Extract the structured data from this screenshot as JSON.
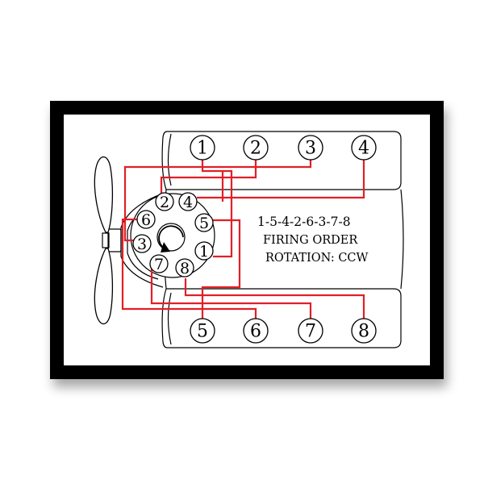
{
  "colors": {
    "frame": "#000000",
    "mat": "#ffffff",
    "wire": "#e21f26",
    "line": "#000000"
  },
  "icons": {
    "fan": "cooling-fan-icon",
    "rotation": "rotation-arrow-icon"
  },
  "bank_top": {
    "cylinders": [
      "1",
      "2",
      "3",
      "4"
    ]
  },
  "bank_bottom": {
    "cylinders": [
      "5",
      "6",
      "7",
      "8"
    ]
  },
  "distributor": {
    "terminals": [
      "2",
      "4",
      "5",
      "1",
      "8",
      "7",
      "3",
      "6"
    ]
  },
  "info": {
    "firing_order": "1-5-4-2-6-3-7-8",
    "firing_label": "FIRING ORDER",
    "rotation": "ROTATION: CCW"
  }
}
